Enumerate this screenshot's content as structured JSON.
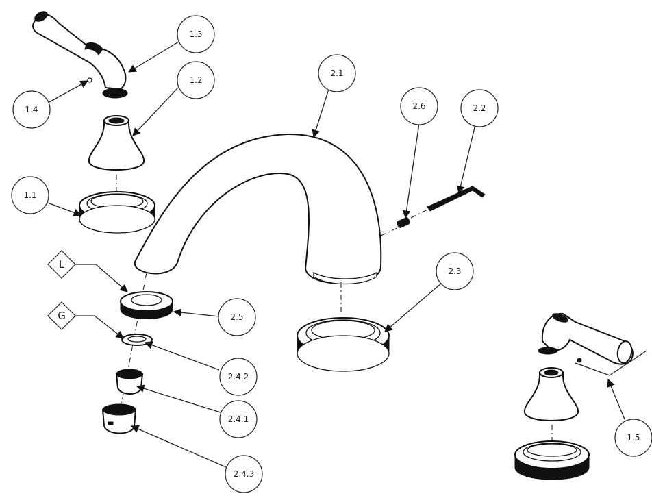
{
  "callouts": {
    "c1_1": "1.1",
    "c1_2": "1.2",
    "c1_3": "1.3",
    "c1_4": "1.4",
    "c1_5": "1.5",
    "c2_1": "2.1",
    "c2_2": "2.2",
    "c2_3": "2.3",
    "c2_4_1": "2.4.1",
    "c2_4_2": "2.4.2",
    "c2_4_3": "2.4.3",
    "c2_5": "2.5",
    "c2_6": "2.6"
  },
  "tags": {
    "L": "L",
    "G": "G"
  }
}
